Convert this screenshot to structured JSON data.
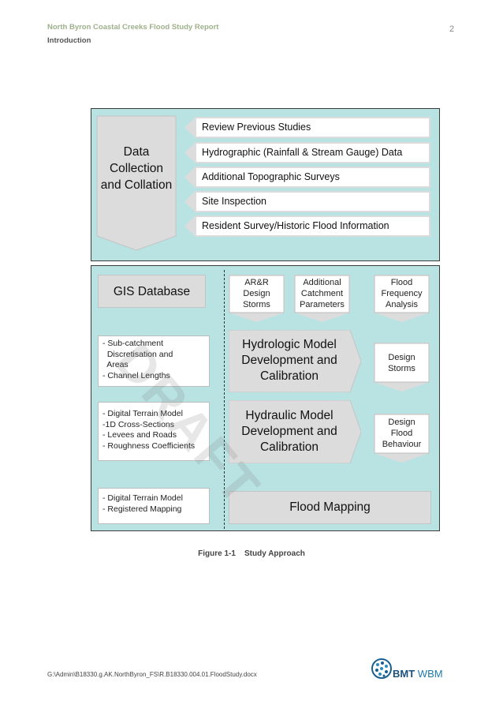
{
  "header": {
    "title": "North Byron Coastal Creeks Flood Study Report",
    "section": "Introduction",
    "page": "2"
  },
  "figure": {
    "data_collection": "Data Collection and Collation",
    "collection_items": [
      "Review Previous Studies",
      "Hydrographic (Rainfall & Stream Gauge) Data",
      "Additional Topographic Surveys",
      "Site Inspection",
      "Resident Survey/Historic Flood Information"
    ],
    "gis": "GIS Database",
    "subcatch": "- Sub-catchment\n  Discretisation and\n  Areas\n- Channel Lengths",
    "terrain1": "- Digital Terrain Model\n-1D Cross-Sections\n- Levees and Roads\n- Roughness Coefficients",
    "terrain2": "- Digital Terrain Model\n- Registered Mapping",
    "arr": "AR&R Design Storms",
    "catchment": "Additional Catchment Parameters",
    "ffa": "Flood Frequency Analysis",
    "hydrologic": "Hydrologic Model Development and Calibration",
    "hydraulic": "Hydraulic Model Development and Calibration",
    "design_storms": "Design Storms",
    "design_flood": "Design Flood Behaviour",
    "mapping": "Flood Mapping",
    "watermark": "DRAFT"
  },
  "caption": "Figure 1-1    Study Approach",
  "footer": {
    "path": "G:\\Admin\\B18330.g.AK.NorthByron_FS\\R.B18330.004.01.FloodStudy.docx",
    "logo_text": "BMT",
    "logo_sub": "WBM"
  }
}
